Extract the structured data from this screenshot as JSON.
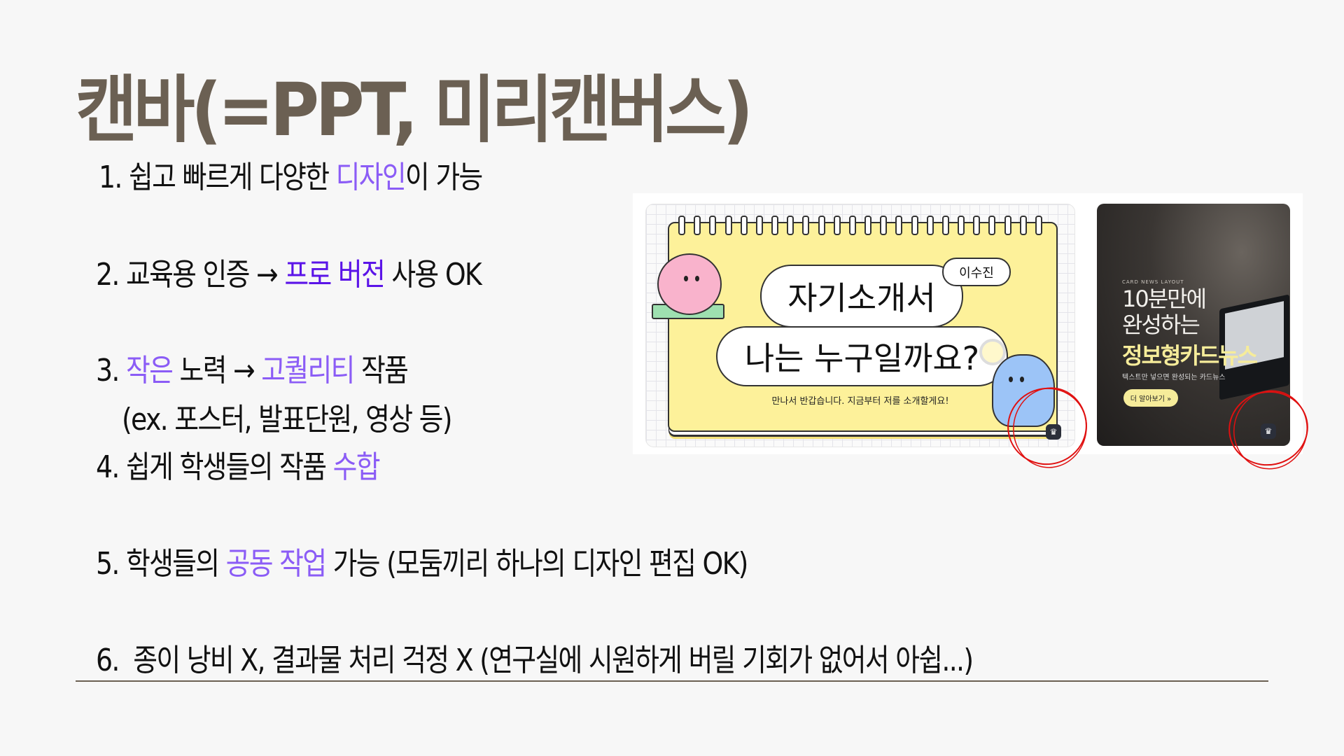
{
  "title": "캔바(=PPT, 미리캔버스)",
  "colors": {
    "title": "#6b6053",
    "text": "#111111",
    "purple_light": "#8b5cf6",
    "purple_dark": "#5b14e8",
    "annotation": "#e01010"
  },
  "lines": [
    {
      "segments": [
        {
          "text": "1. 쉽고 빠르게 다양한 ",
          "c": "text"
        },
        {
          "text": "디자인",
          "c": "purple_light"
        },
        {
          "text": "이 가능",
          "c": "text"
        }
      ]
    },
    {
      "segments": [
        {
          "text": "2. 교육용 인증 → ",
          "c": "text"
        },
        {
          "text": "프로 버전",
          "c": "purple_dark"
        },
        {
          "text": " 사용 OK",
          "c": "text"
        }
      ]
    },
    {
      "segments": [
        {
          "text": "3. ",
          "c": "text"
        },
        {
          "text": "작은",
          "c": "purple_light"
        },
        {
          "text": " 노력 → ",
          "c": "text"
        },
        {
          "text": "고퀄리티",
          "c": "purple_light"
        },
        {
          "text": " 작품",
          "c": "text"
        }
      ]
    },
    {
      "segments": [
        {
          "text": "(ex. 포스터, 발표단원, 영상 등)",
          "c": "text"
        }
      ]
    },
    {
      "segments": [
        {
          "text": "4. 쉽게 학생들의 작품 ",
          "c": "text"
        },
        {
          "text": "수합",
          "c": "purple_light"
        }
      ]
    },
    {
      "segments": [
        {
          "text": "5. 학생들의 ",
          "c": "text"
        },
        {
          "text": "공동 작업",
          "c": "purple_light"
        },
        {
          "text": " 가능 (모둠끼리 하나의 디자인 편집 OK)",
          "c": "text"
        }
      ]
    },
    {
      "segments": [
        {
          "text": "6.  종이 낭비 X, 결과물 처리 걱정 X (연구실에 시원하게 버릴 기회가 없어서 아쉽...)",
          "c": "text"
        }
      ]
    }
  ],
  "template_left": {
    "name_tag": "이수진",
    "heading1": "자기소개서",
    "heading2": "나는 누구일까요?",
    "subtitle": "만나서 반갑습니다. 지금부터 저를 소개할게요!",
    "pro_icon": "crown-icon"
  },
  "template_right": {
    "kicker": "CARD NEWS LAYOUT",
    "heading_line1": "10분만에",
    "heading_line2": "완성하는",
    "heading_highlight": "정보형카드뉴스",
    "subtitle": "텍스트만 넣으면 완성되는 카드뉴스",
    "button": "더 알아보기 »",
    "pro_icon": "crown-icon"
  }
}
